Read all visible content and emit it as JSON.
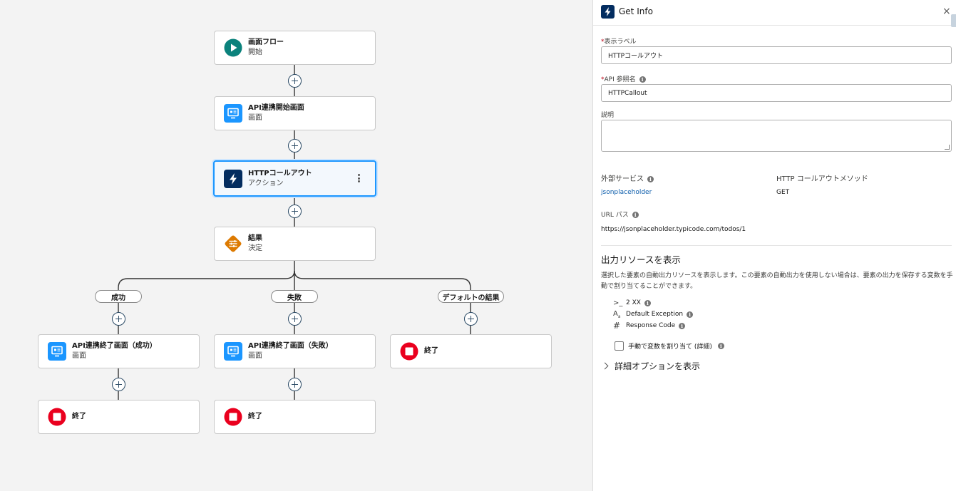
{
  "flow": {
    "start": {
      "title": "画面フロー",
      "sub": "開始"
    },
    "screen_start": {
      "title": "API連携開始画面",
      "sub": "画面"
    },
    "action": {
      "title": "HTTPコールアウト",
      "sub": "アクション"
    },
    "decision": {
      "title": "結果",
      "sub": "決定"
    },
    "branches": {
      "success": "成功",
      "failure": "失敗",
      "default": "デフォルトの結果"
    },
    "screen_success": {
      "title": "API連携終了画面（成功）",
      "sub": "画面"
    },
    "screen_failure": {
      "title": "API連携終了画面（失敗）",
      "sub": "画面"
    },
    "end_default": {
      "title": "終了"
    },
    "end_success": {
      "title": "終了"
    },
    "end_failure": {
      "title": "終了"
    }
  },
  "panel": {
    "title": "Get Info",
    "close": "×",
    "label_field": {
      "label": "表示ラベル",
      "value": "HTTPコールアウト"
    },
    "api_field": {
      "label": "API 参照名",
      "value": "HTTPCallout"
    },
    "description_field": {
      "label": "説明",
      "value": ""
    },
    "external_service": {
      "label": "外部サービス",
      "value": "jsonplaceholder"
    },
    "http_method": {
      "label": "HTTP コールアウトメソッド",
      "value": "GET"
    },
    "url_path": {
      "label": "URL パス",
      "value": "https://jsonplaceholder.typicode.com/todos/1"
    },
    "outputs": {
      "title": "出力リソースを表示",
      "description": "選択した要素の自動出力リソースを表示します。この要素の自動出力を使用しない場合は、要素の出力を保存する変数を手動で割り当てることができます。",
      "items": [
        "2 XX",
        "Default Exception",
        "Response Code"
      ]
    },
    "manual_assign": "手動で変数を割り当て (詳細)",
    "advanced": "詳細オプションを表示"
  },
  "colors": {
    "start_teal": "#0b827c",
    "screen_blue": "#1b96ff",
    "action_navy": "#032d60",
    "decision_orange": "#dd7a01",
    "end_red": "#ea001e",
    "selected_border": "#1b96ff",
    "link": "#0b5cab"
  },
  "icons": {
    "start": "play-icon",
    "screen": "screen-icon",
    "action": "lightning-bolt-icon",
    "decision": "decision-icon",
    "end": "stop-icon"
  }
}
